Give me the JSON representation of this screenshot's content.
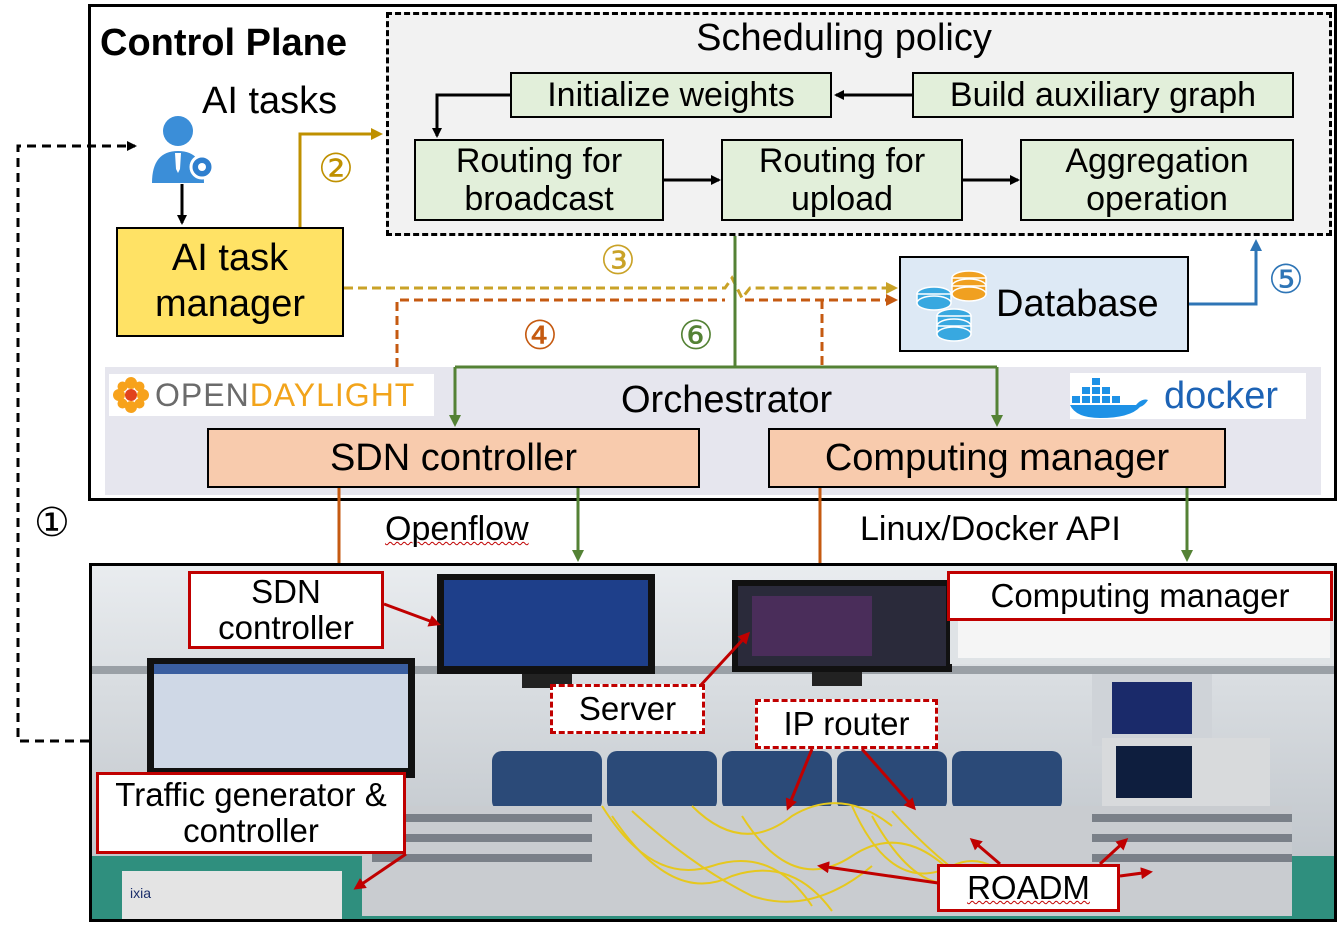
{
  "control_plane": {
    "title": "Control Plane",
    "ai_tasks_label": "AI tasks",
    "ai_task_manager": "AI task manager"
  },
  "scheduling": {
    "title": "Scheduling policy",
    "initialize_weights": "Initialize weights",
    "build_aux_graph": "Build auxiliary graph",
    "routing_broadcast": "Routing for broadcast",
    "routing_upload": "Routing for upload",
    "aggregation": "Aggregation operation"
  },
  "database": "Database",
  "orchestrator": {
    "title": "Orchestrator",
    "opendaylight_open": "OPEN",
    "opendaylight_daylight": "DAYLIGHT",
    "docker": "docker",
    "sdn_controller": "SDN controller",
    "computing_manager": "Computing manager"
  },
  "steps": [
    "①",
    "②",
    "③",
    "④",
    "⑤",
    "⑥"
  ],
  "interfaces": {
    "openflow": "Openflow",
    "docker_api": "Linux/Docker API"
  },
  "photo_labels": {
    "sdn_controller": "SDN controller",
    "computing_manager": "Computing manager",
    "server": "Server",
    "ip_router": "IP router",
    "traffic_generator": "Traffic generator & controller",
    "roadm": "ROADM",
    "ixia": "ixia"
  },
  "colors": {
    "step2": "#bf9000",
    "step3": "#c9a227",
    "step4": "#c55a11",
    "step5": "#2e75b6",
    "step6": "#548235",
    "label_red": "#c00000",
    "task_manager_fill": "#ffe265",
    "scheduling_fill": "#f2f2f2",
    "orchestrator_fill": "#e6e6ee"
  }
}
